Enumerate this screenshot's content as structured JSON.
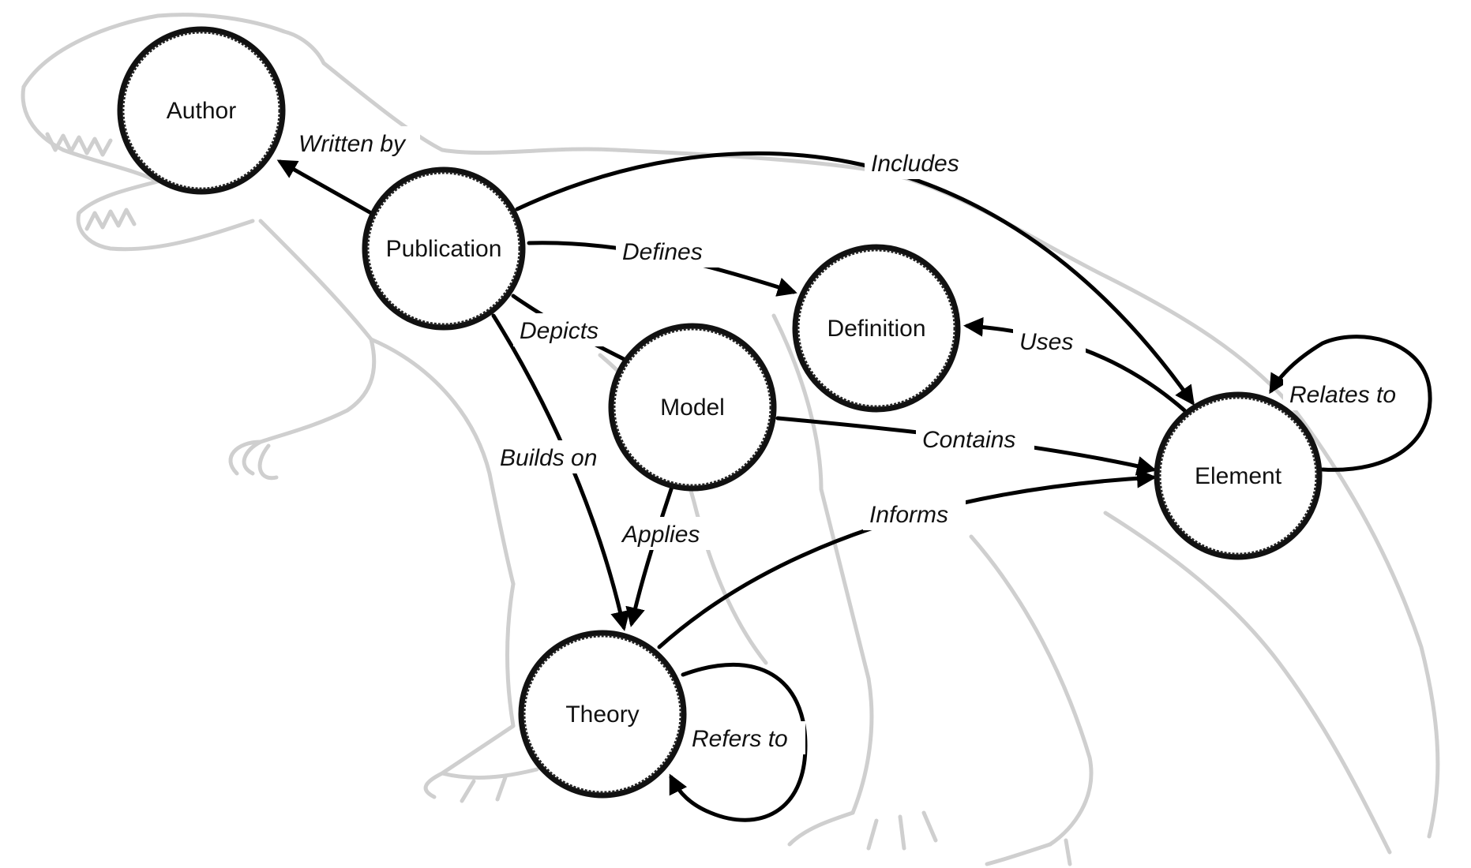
{
  "nodes": {
    "author": "Author",
    "publication": "Publication",
    "definition": "Definition",
    "model": "Model",
    "element": "Element",
    "theory": "Theory"
  },
  "edges": {
    "written_by": "Written by",
    "includes": "Includes",
    "defines": "Defines",
    "uses": "Uses",
    "depicts": "Depicts",
    "relates_to": "Relates to",
    "contains": "Contains",
    "builds_on": "Builds on",
    "informs": "Informs",
    "applies": "Applies",
    "refers_to": "Refers to"
  }
}
